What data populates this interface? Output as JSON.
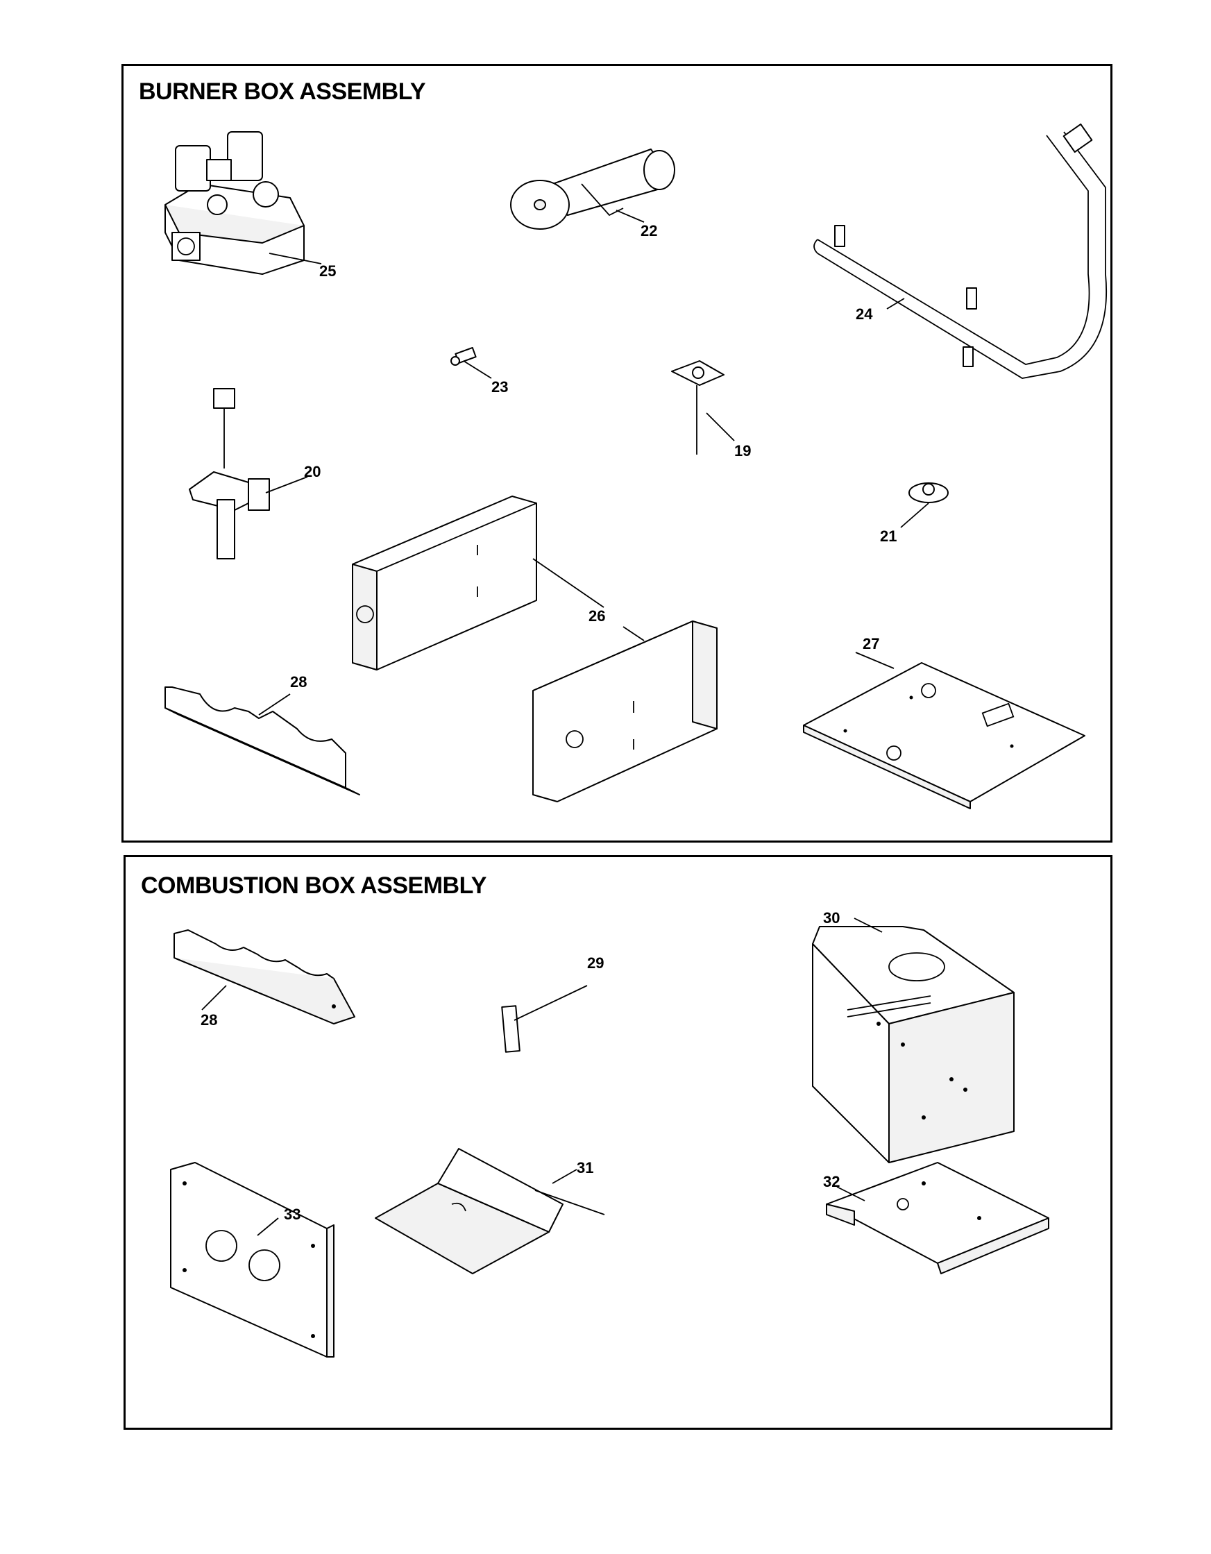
{
  "panels": {
    "burner": {
      "title": "BURNER BOX ASSEMBLY",
      "callouts": [
        "25",
        "22",
        "24",
        "23",
        "19",
        "20",
        "21",
        "26",
        "27",
        "28"
      ]
    },
    "combustion": {
      "title": "COMBUSTION BOX ASSEMBLY",
      "callouts": [
        "28",
        "29",
        "30",
        "33",
        "31",
        "32"
      ]
    }
  }
}
